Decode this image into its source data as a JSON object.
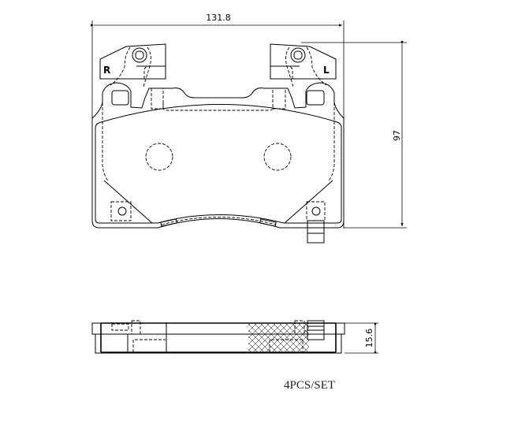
{
  "drawing": {
    "dimensions": {
      "width": "131.8",
      "height": "97",
      "thickness": "15.6"
    },
    "tab_marks": {
      "left": "R",
      "right": "L"
    },
    "note": "4PCS/SET"
  }
}
